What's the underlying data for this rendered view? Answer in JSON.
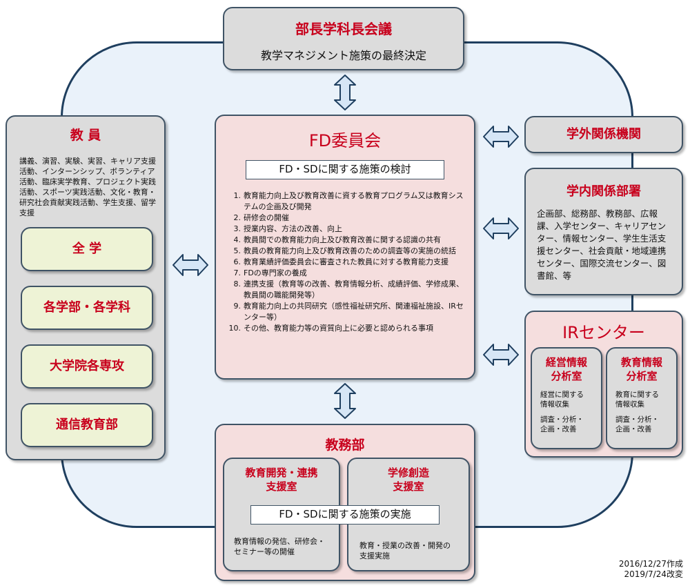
{
  "top": {
    "title": "部長学科長会議",
    "subtitle": "教学マネジメント施策の最終決定"
  },
  "faculty": {
    "title": "教 員",
    "description": "講義、演習、実験、実習、キャリア支援活動、インターンシップ、ボランティア活動、臨床実学教育、プロジェクト実践活動、スポーツ実践活動、文化・教育・研究社会貢献実践活動、学生支援、留学支援",
    "units": [
      "全 学",
      "各学部・各学科",
      "大学院各専攻",
      "通信教育部"
    ]
  },
  "fd": {
    "title": "FD委員会",
    "subtitle": "FD・SDに関する施策の検討",
    "items": [
      {
        "num": "1.",
        "text": "教育能力向上及び教育改善に資する教育プログラム又は教育システムの企画及び開発"
      },
      {
        "num": "2.",
        "text": "研修会の開催"
      },
      {
        "num": "3.",
        "text": "授業内容、方法の改善、向上"
      },
      {
        "num": "4.",
        "text": "教員間での教育能力向上及び教育改善に関する認識の共有"
      },
      {
        "num": "5.",
        "text": "教員の教育能力向上及び教育改善のための調査等の実施の統括"
      },
      {
        "num": "6.",
        "text": "教育業績評価委員会に審査された教員に対する教育能力支援"
      },
      {
        "num": "7.",
        "text": "FDの専門家の養成"
      },
      {
        "num": "8.",
        "text": "連携支援（教育等の改善、教育情報分析、成績評価、学修成果、教員間の職能開発等）"
      },
      {
        "num": "9.",
        "text": "教育能力向上の共同研究（感性福祉研究所、関連福祉施設、IRセンター等）"
      },
      {
        "num": "10.",
        "text": "その他、教育能力等の資質向上に必要と認められる事項"
      }
    ]
  },
  "external": {
    "title": "学外関係機関"
  },
  "internal": {
    "title": "学内関係部署",
    "description": "企画部、総務部、教務部、広報課、入学センター、キャリアセンター、情報センター、学生生活支援センター、社会貢献・地域連携センター、国際交流センター、図書館、等"
  },
  "ir": {
    "title": "IRセンター",
    "rooms": [
      {
        "title": "経営情報\n分析室",
        "desc": "経営に関する\n情報収集",
        "desc2": "調査・分析・\n企画・改善"
      },
      {
        "title": "教育情報\n分析室",
        "desc": "教育に関する\n情報収集",
        "desc2": "調査・分析・\n企画・改善"
      }
    ]
  },
  "academic": {
    "title": "教務部",
    "left_title": "教育開発・連携\n支援室",
    "right_title": "学修創造\n支援室",
    "banner": "FD・SDに関する施策の実施",
    "left_desc": "教育情報の発信、研修会・セミナー等の開催",
    "right_desc": "教育・授業の改善・開発の支援実施"
  },
  "dates": {
    "created": "2016/12/27作成",
    "revised": "2019/7/24改変"
  },
  "colors": {
    "accent": "#c8001c",
    "ring": "#1f3f5f",
    "arrow_fill": "#d6e6f6"
  }
}
